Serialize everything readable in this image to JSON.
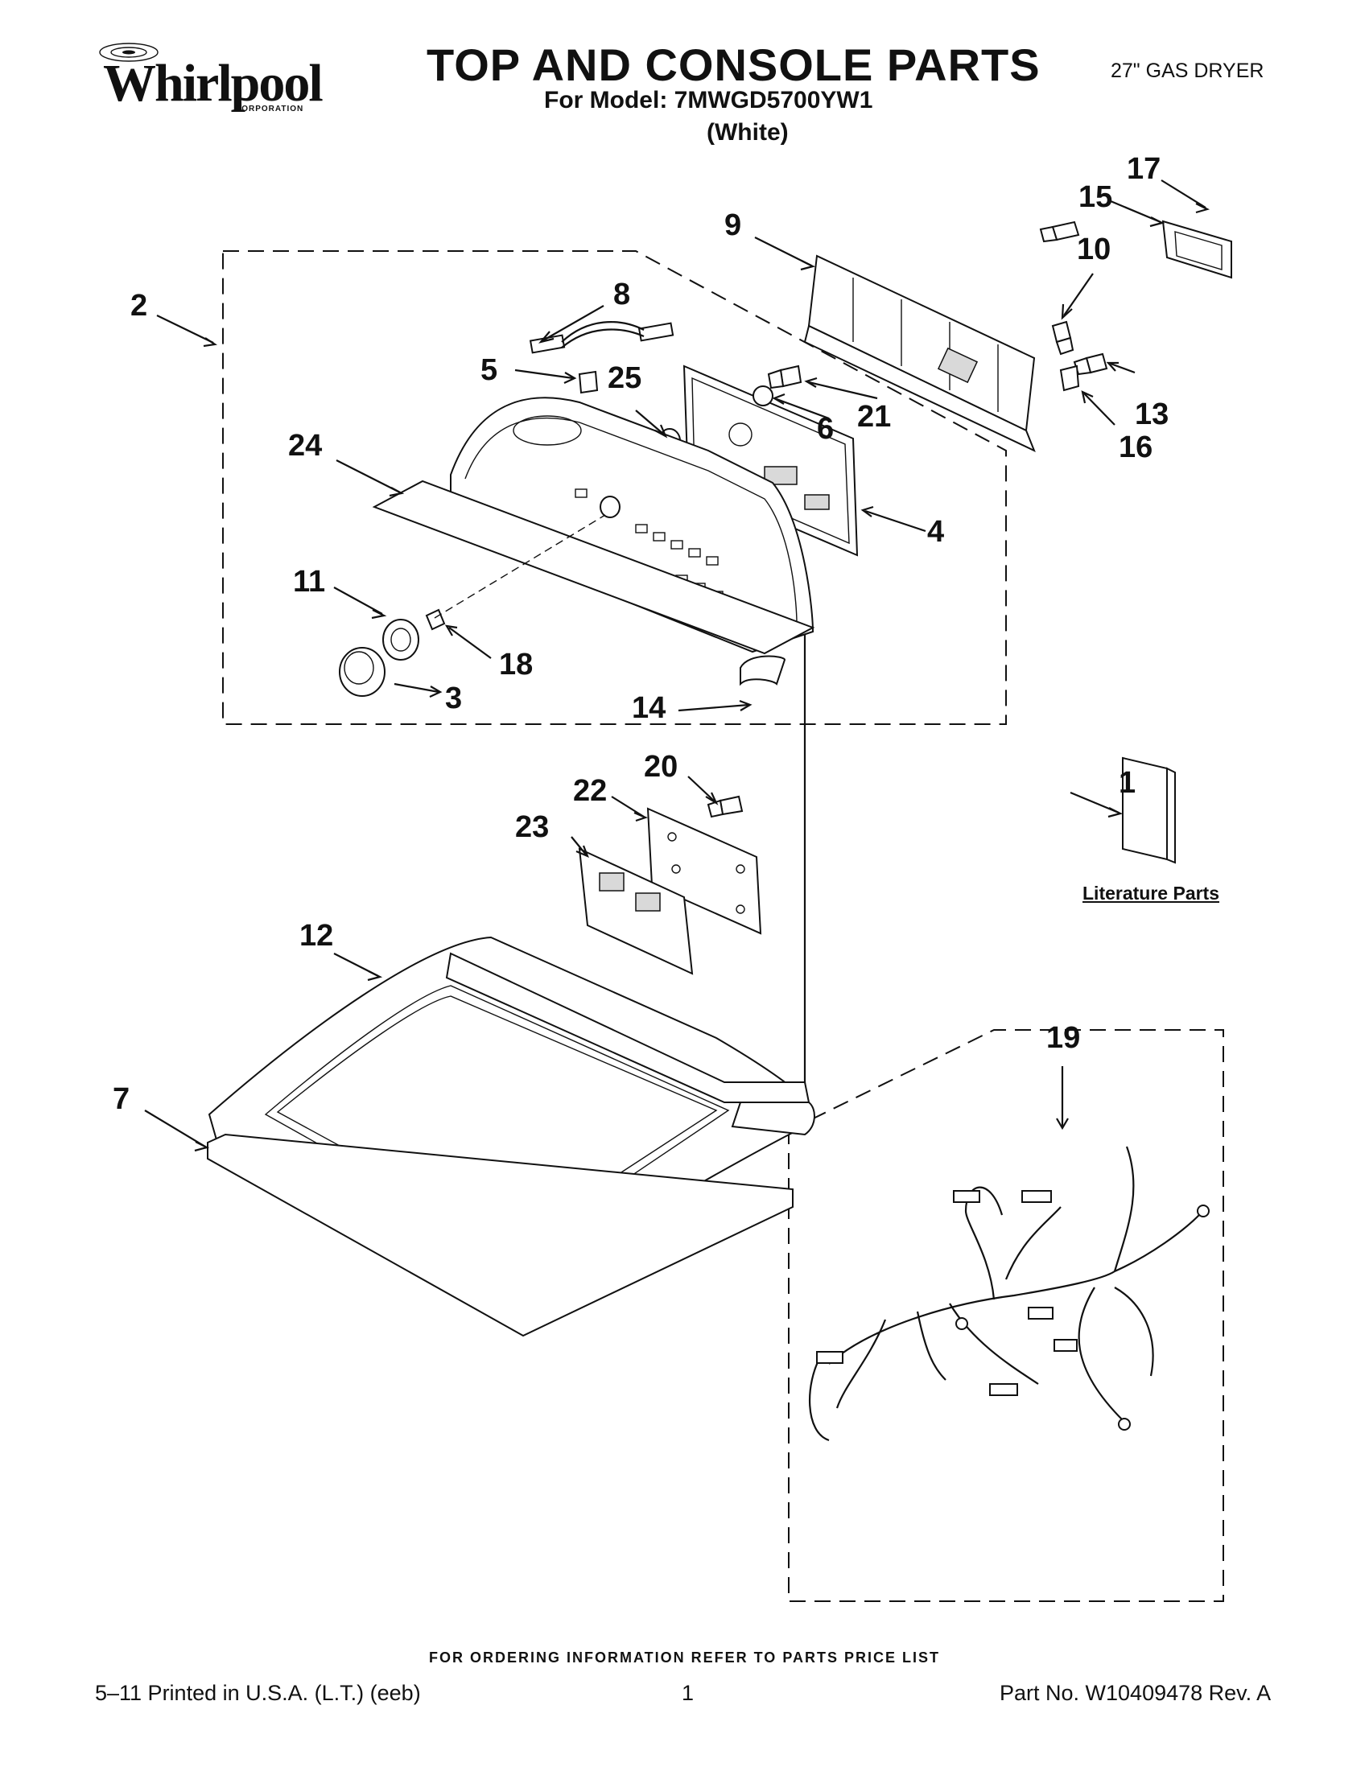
{
  "brand": {
    "name": "Whirlpool",
    "sub": "CORPORATION"
  },
  "header": {
    "title": "TOP AND CONSOLE PARTS",
    "model_line": "For Model: 7MWGD5700YW1",
    "color_line": "(White)",
    "product_type": "27\" GAS DRYER"
  },
  "callouts": [
    "1",
    "2",
    "3",
    "4",
    "5",
    "6",
    "7",
    "8",
    "9",
    "10",
    "11",
    "12",
    "13",
    "14",
    "15",
    "16",
    "17",
    "18",
    "19",
    "20",
    "21",
    "22",
    "23",
    "24",
    "25"
  ],
  "literature_label": "Literature Parts",
  "footer": {
    "order_info": "FOR ORDERING INFORMATION REFER TO PARTS PRICE LIST",
    "printed": "5–11 Printed in U.S.A. (L.T.) (eeb)",
    "page": "1",
    "part_no": "Part No. W10409478 Rev. A"
  }
}
